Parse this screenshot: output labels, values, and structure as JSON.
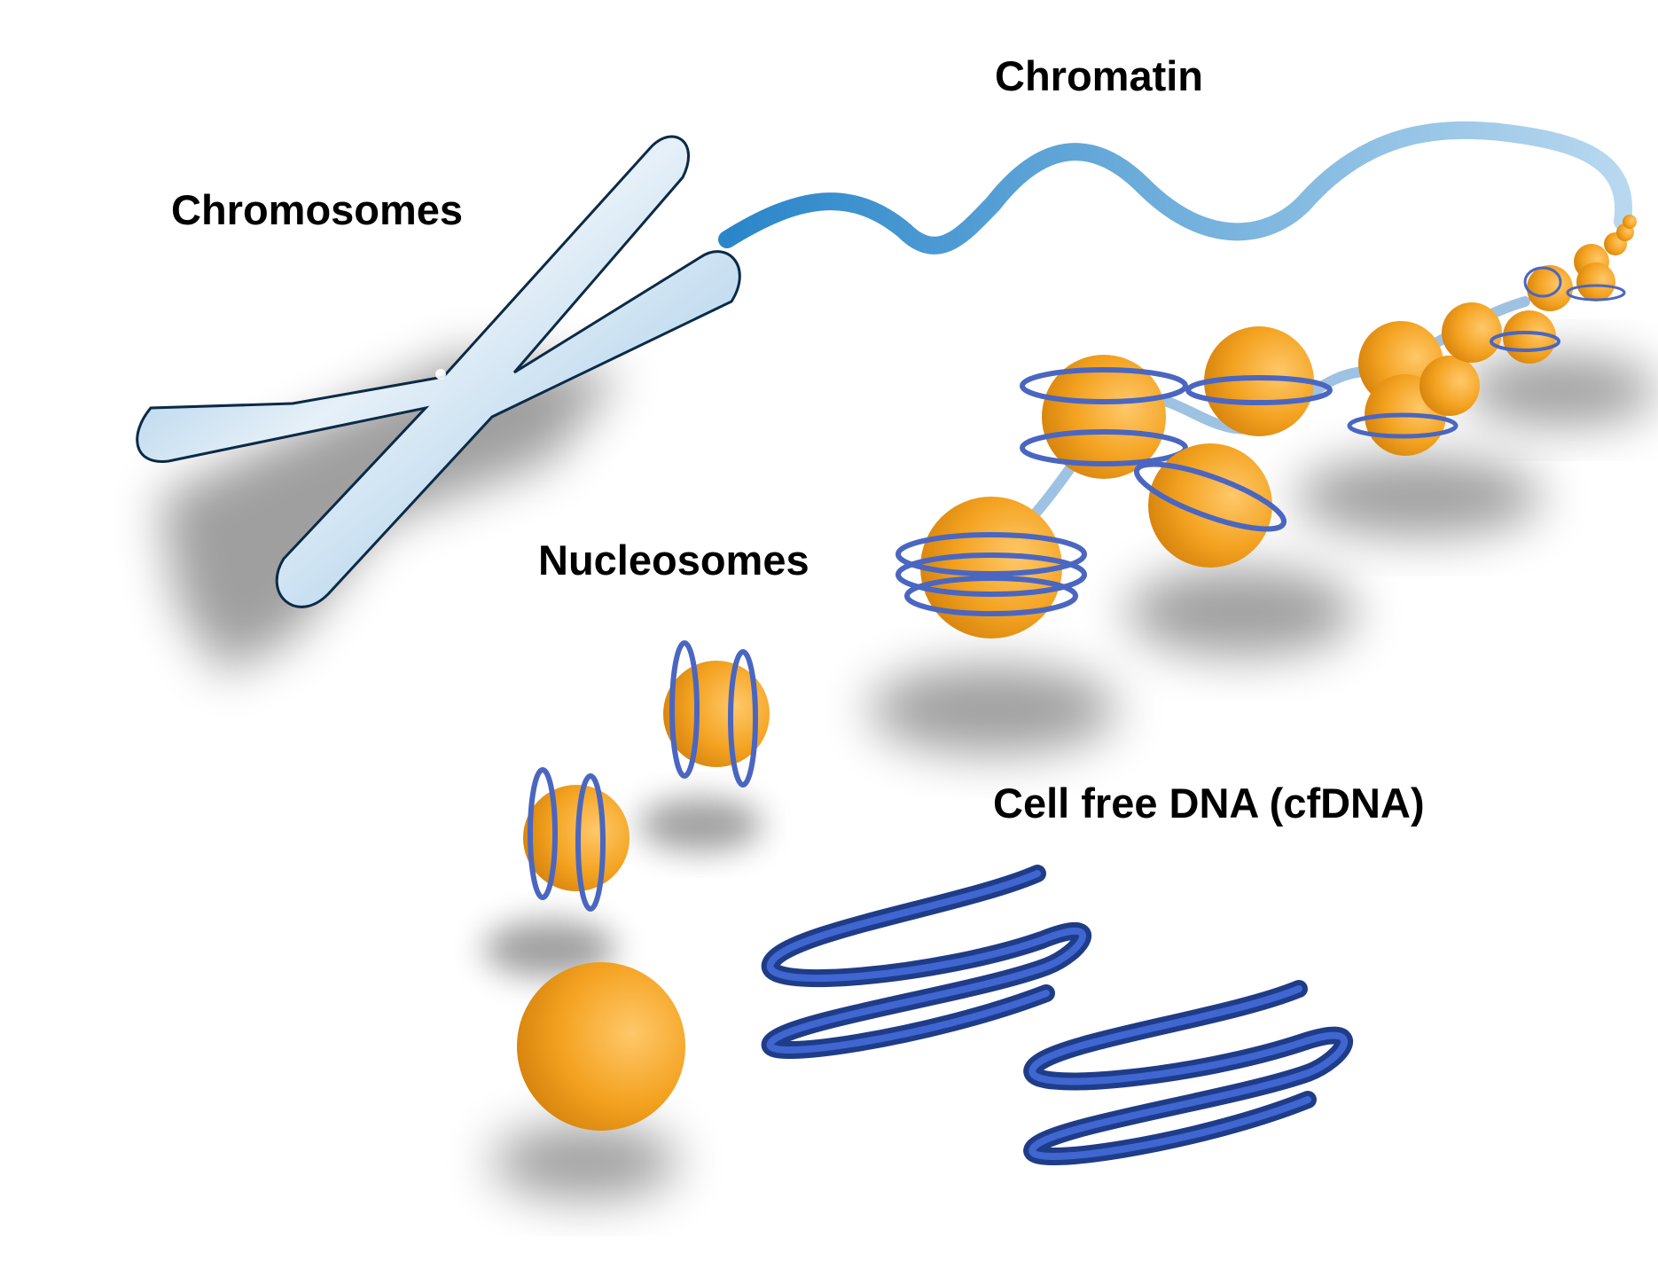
{
  "labels": {
    "chromatin": "Chromatin",
    "chromosomes": "Chromosomes",
    "nucleosomes": "Nucleosomes",
    "cfdna": "Cell free DNA (cfDNA)"
  },
  "colors": {
    "chromosome_fill": "#c9dff0",
    "chromosome_tip": "#2e86c8",
    "fiber": "#3a8fcf",
    "histone": "#f5a623",
    "dna_ring": "#4a66c0",
    "helix": "#1f3c88",
    "text": "#000000"
  },
  "icons": {
    "chromosome": "chromosome-icon",
    "histone": "histone-sphere-icon",
    "helix": "dna-helix-icon"
  }
}
